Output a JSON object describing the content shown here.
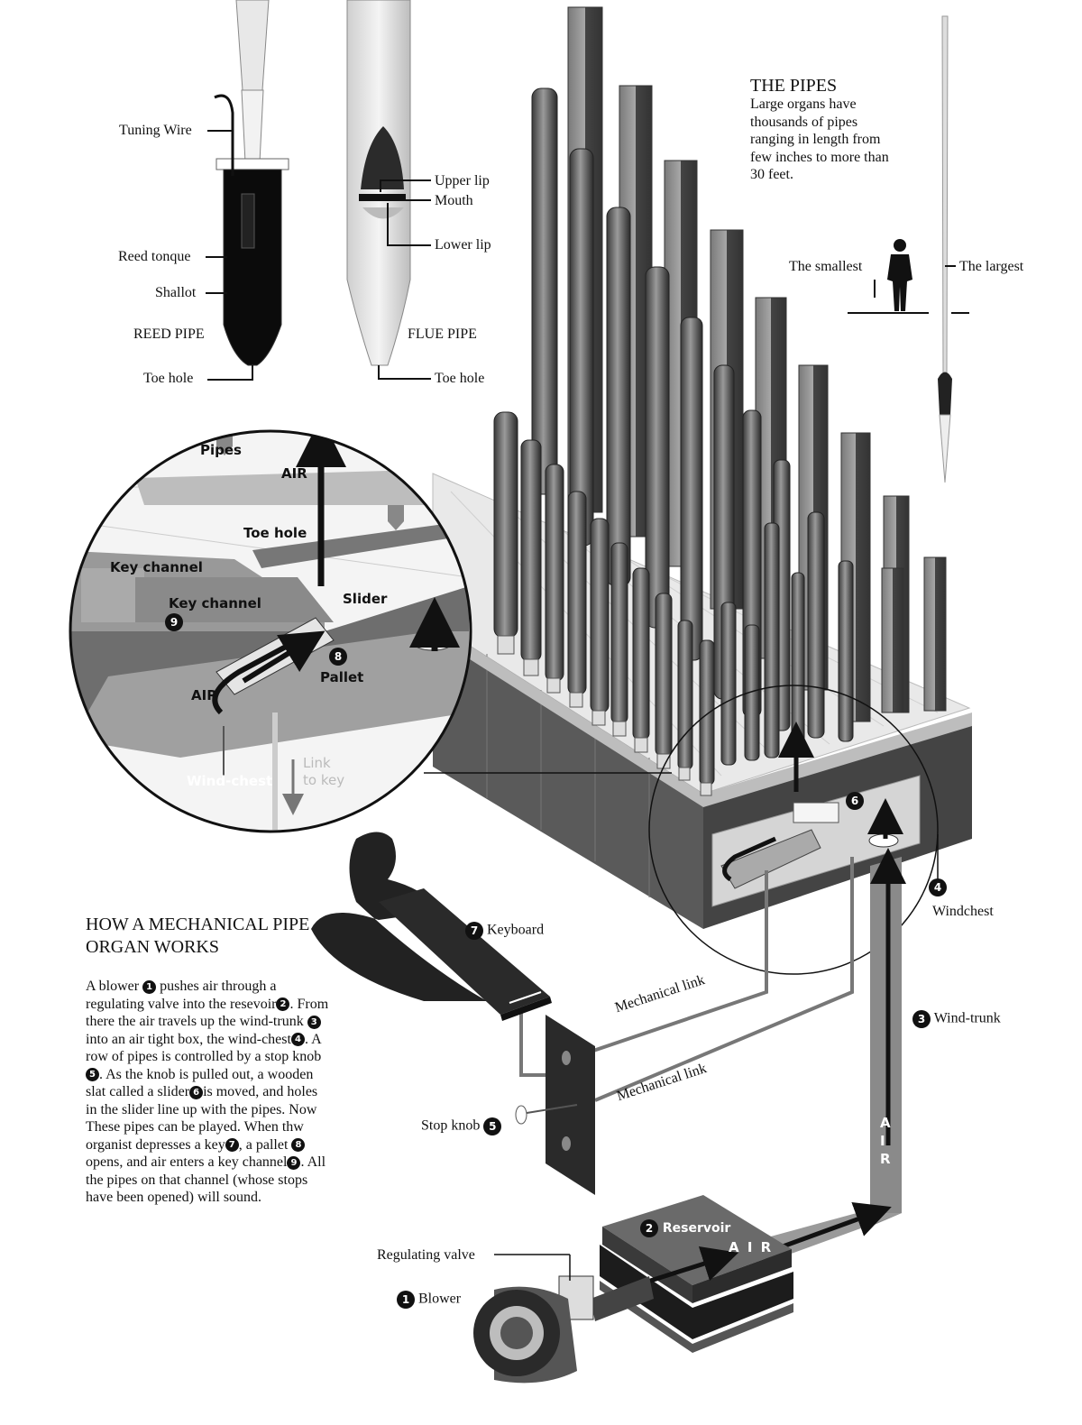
{
  "pipes_section": {
    "title": "THE PIPES",
    "body": "Large organs have thousands of pipes ranging in length from few inches to more than 30 feet.",
    "smallest_label": "The smallest",
    "largest_label": "The largest"
  },
  "reed_pipe": {
    "name": "REED PIPE",
    "labels": {
      "tuning_wire": "Tuning Wire",
      "reed_tongue": "Reed tonque",
      "shallot": "Shallot",
      "toe_hole": "Toe hole"
    }
  },
  "flue_pipe": {
    "name": "FLUE PIPE",
    "labels": {
      "upper_lip": "Upper lip",
      "mouth": "Mouth",
      "lower_lip": "Lower lip",
      "toe_hole": "Toe hole"
    }
  },
  "detail_circle": {
    "pipes": "Pipes",
    "air_up": "AIR",
    "toe_hole": "Toe hole",
    "key_channel_a": "Key channel",
    "key_channel_b": "Key channel",
    "slider": "Slider",
    "pallet": "Pallet",
    "air": "AIR",
    "wind_chest": "Wind-chest",
    "link_line1": "Link",
    "link_line2": "to key",
    "num_9": "9",
    "num_8": "8"
  },
  "components": {
    "windchest": {
      "num": "4",
      "label": "Windchest"
    },
    "keyboard": {
      "num": "7",
      "label": "Keyboard"
    },
    "wind_trunk": {
      "num": "3",
      "label": "Wind-trunk"
    },
    "stop_knob": {
      "num": "5",
      "label": "Stop knob"
    },
    "reservoir": {
      "num": "2",
      "label": "Reservoir"
    },
    "regulating_valve": {
      "label": "Regulating valve"
    },
    "blower": {
      "num": "1",
      "label": "Blower"
    },
    "slider_num": "6",
    "mechanical_link_1": "Mechanical link",
    "mechanical_link_2": "Mechanical link",
    "trunk_air": "A I R",
    "reservoir_air": "A I R"
  },
  "explainer": {
    "title": "HOW A MECHANICAL PIPE ORGAN WORKS",
    "p1": "A blower",
    "p2": "pushes air through a regulating valve into the resevoir",
    "p3": ". From there the air travels up the wind-trunk",
    "p4": "into an air tight box, the wind-chest",
    "p5": ". A row of pipes is controlled by a stop knob",
    "p6": ". As the knob is pulled out, a wooden slat called a slider",
    "p7": "is moved, and holes in the slider line up with the pipes. Now These pipes can be played. When thw organist depresses a key",
    "p8": ", a pallet",
    "p9": "opens, and air enters a key channel",
    "p10": ". All the pipes on that channel (whose stops have been opened) will sound.",
    "n1": "1",
    "n2": "2",
    "n3": "3",
    "n4": "4",
    "n5": "5",
    "n6": "6",
    "n7": "7",
    "n8": "8",
    "n9": "9"
  }
}
